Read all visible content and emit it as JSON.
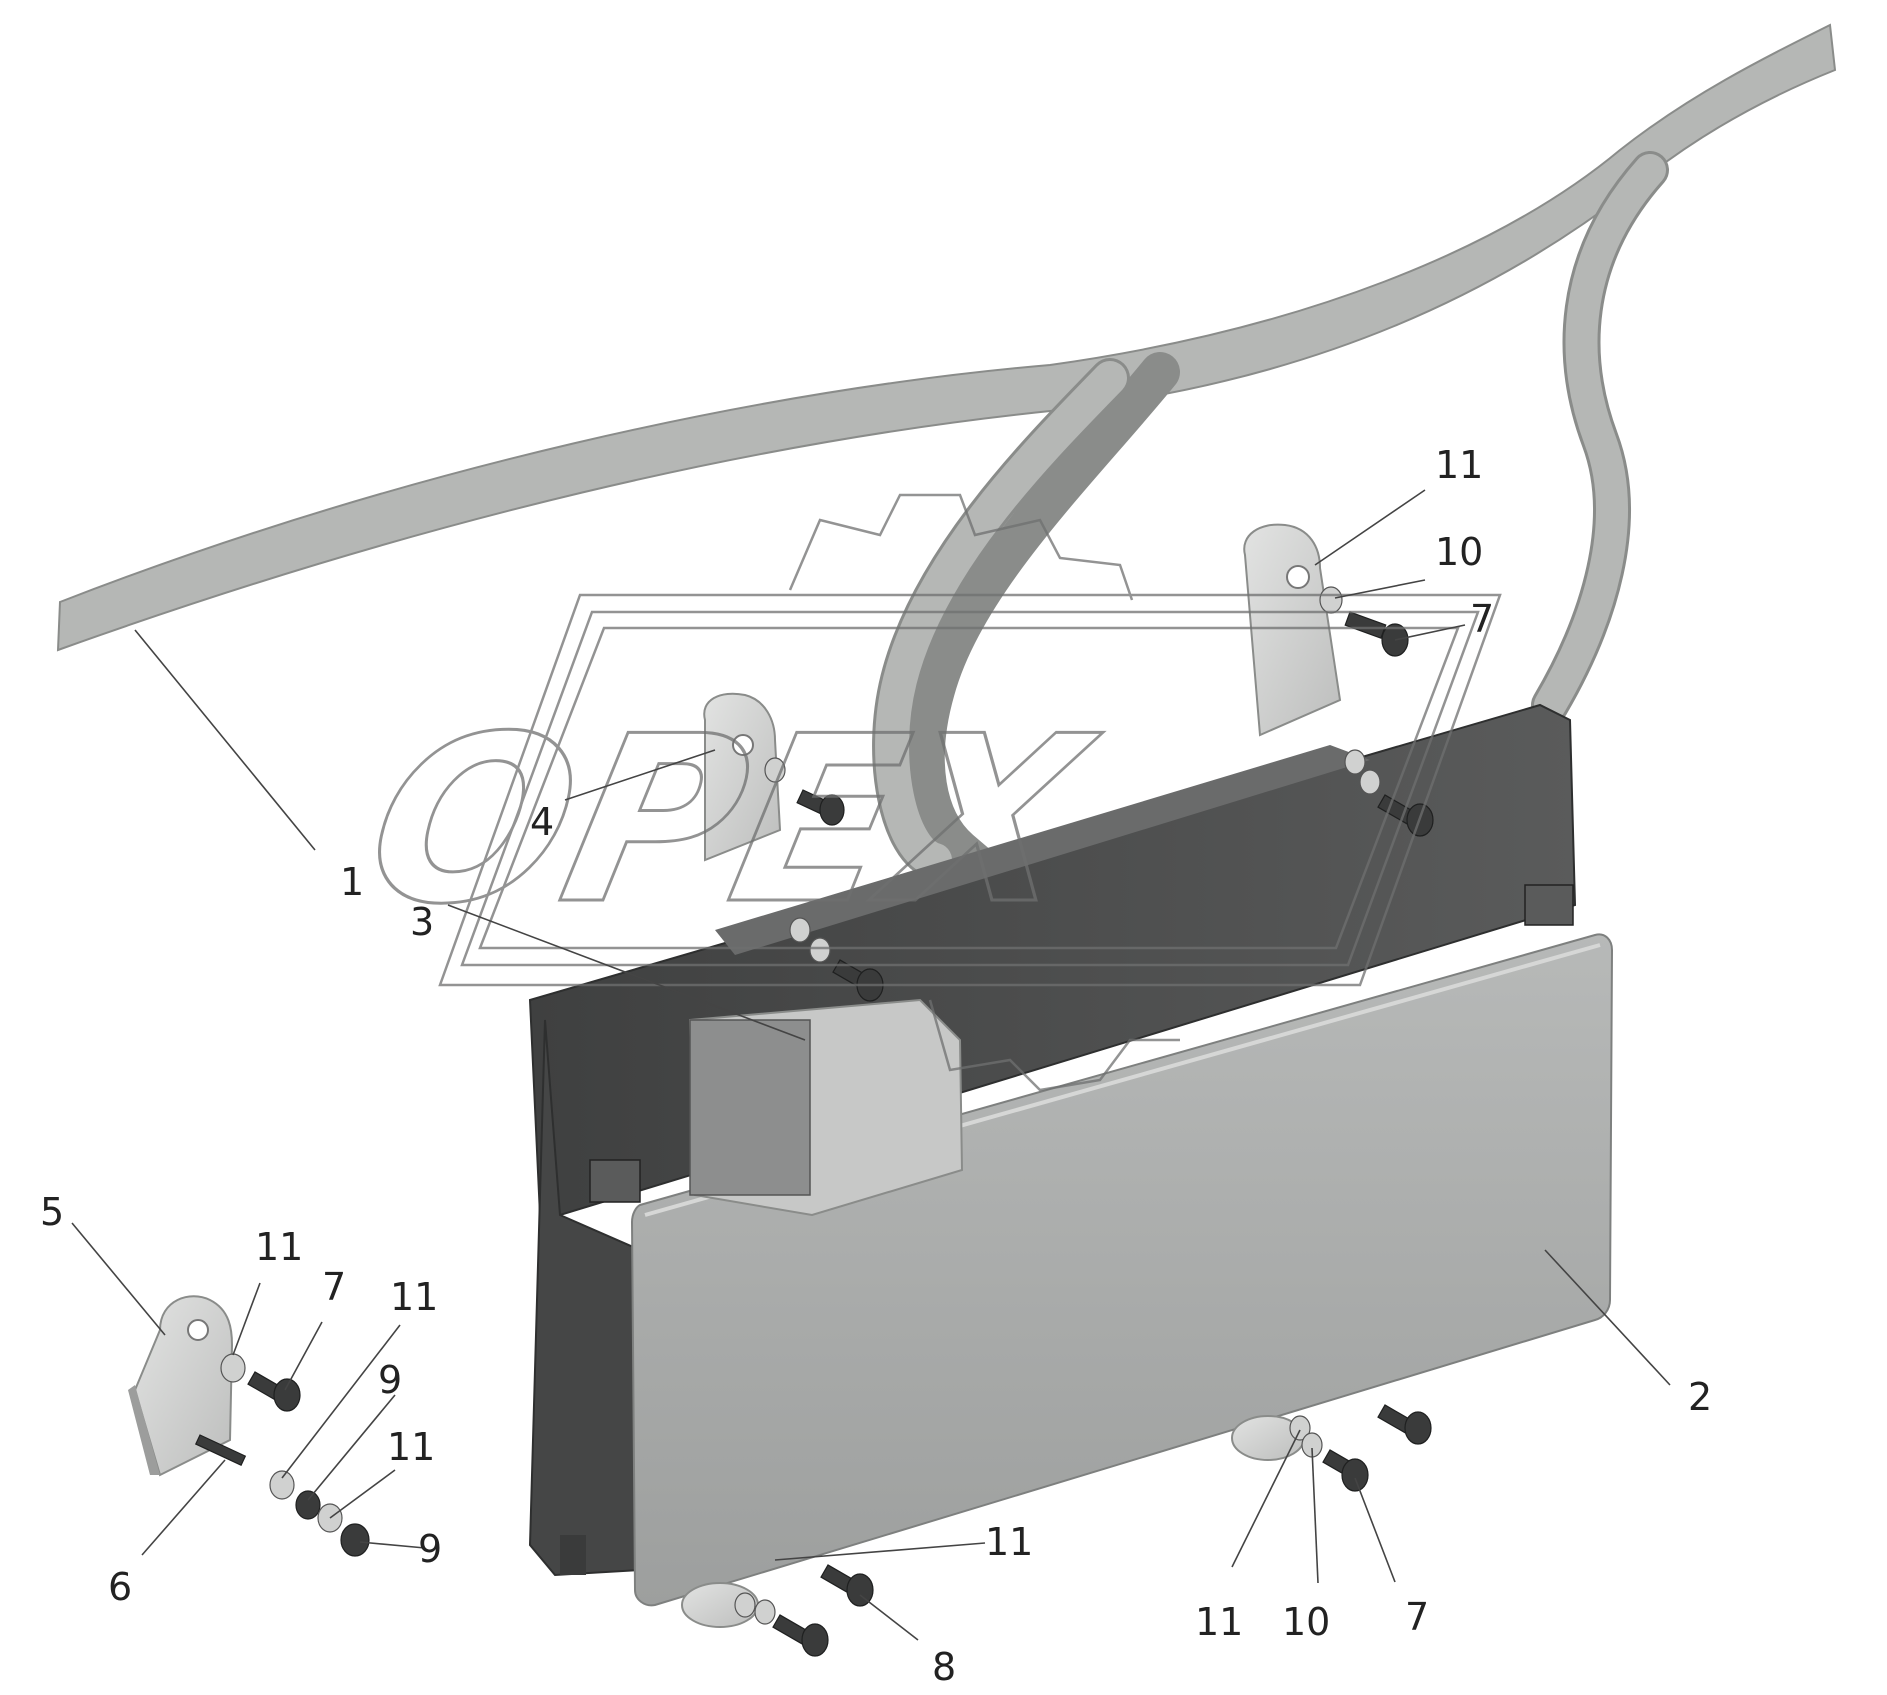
{
  "watermark": {
    "text": "OPEX"
  },
  "callouts": {
    "c1": "1",
    "c2": "2",
    "c3": "3",
    "c4": "4",
    "c5": "5",
    "c6": "6",
    "c7_top": "7",
    "c7_left": "7",
    "c7_bottom": "7",
    "c8": "8",
    "c9_a": "9",
    "c9_b": "9",
    "c10_top": "10",
    "c10_bottom": "10",
    "c11_top": "11",
    "c11_left_a": "11",
    "c11_left_b": "11",
    "c11_left_c": "11",
    "c11_bottom_mid": "11",
    "c11_bottom_right": "11"
  },
  "colors": {
    "background": "#ffffff",
    "harness": "#b5b7b5",
    "harness_edge": "#8a8c8a",
    "unit_dark": "#4e4f4f",
    "unit_cover": "#a9abaa",
    "bracket": "#d3d4d3",
    "hardware": "#3a3b3b"
  }
}
